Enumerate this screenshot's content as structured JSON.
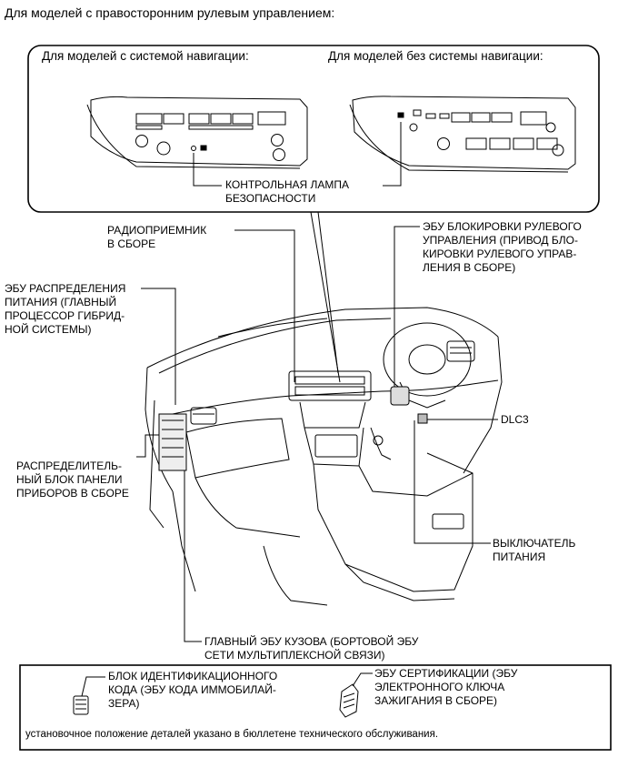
{
  "header": {
    "title": "Для моделей с правосторонним рулевым управлением:"
  },
  "inset": {
    "left_title": "Для моделей с системой навигации:",
    "right_title": "Для моделей без системы навигации:",
    "lamp_label": "КОНТРОЛЬНАЯ ЛАМПА\nБЕЗОПАСНОСТИ"
  },
  "labels": {
    "radio": "РАДИОПРИЕМНИК\nВ СБОРЕ",
    "steering_lock_ecu": "ЭБУ БЛОКИРОВКИ РУЛЕВОГО\nУПРАВЛЕНИЯ (ПРИВОД БЛО-\nКИРОВКИ РУЛЕВОГО УПРАВ-\nЛЕНИЯ В СБОРЕ)",
    "power_dist_ecu": "ЭБУ РАСПРЕДЕЛЕНИЯ\nПИТАНИЯ (ГЛАВНЫЙ\nПРОЦЕССОР ГИБРИД-\nНОЙ СИСТЕМЫ)",
    "dlc3": "DLC3",
    "junction_block": "РАСПРЕДЕЛИТЕЛЬ-\nНЫЙ БЛОК ПАНЕЛИ\nПРИБОРОВ В СБОРЕ",
    "power_switch": "ВЫКЛЮЧАТЕЛЬ\nПИТАНИЯ",
    "main_body_ecu": "ГЛАВНЫЙ ЭБУ КУЗОВА (БОРТОВОЙ ЭБУ\nСЕТИ МУЛЬТИПЛЕКСНОЙ СВЯЗИ)"
  },
  "legend": {
    "immobilizer": "БЛОК ИДЕНТИФИКАЦИОННОГО\nКОДА (ЭБУ КОДА ИММОБИЛАЙ-\nЗЕРА)",
    "certification": "ЭБУ СЕРТИФИКАЦИИ (ЭБУ\nЭЛЕКТРОННОГО КЛЮЧА\nЗАЖИГАНИЯ В СБОРЕ)",
    "footnote": "установочное положение деталей указано в бюллетене технического обслуживания."
  }
}
